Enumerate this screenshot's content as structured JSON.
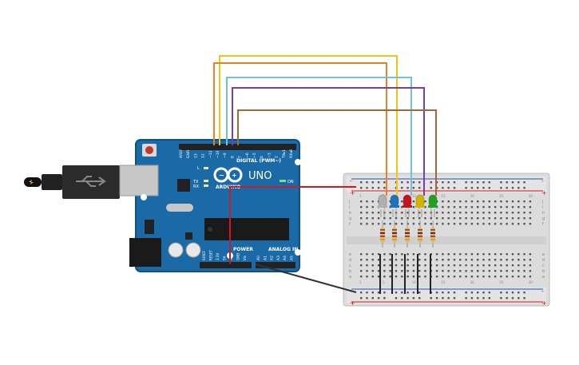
{
  "arduino": {
    "board_name": "UNO",
    "brand": "ARDUINO",
    "digital_label": "DIGITAL (PWM~)",
    "power_label": "POWER",
    "analog_label": "ANALOG IN",
    "on_label": "ON",
    "tx_label": "TX",
    "rx_label": "RX",
    "l_label": "L",
    "digital_pins": [
      "AREF",
      "GND",
      "13",
      "12",
      "~11",
      "~10",
      "~9",
      "8",
      "7",
      "~6",
      "~5",
      "4",
      "~3",
      "2",
      "TX▸1",
      "RX◂0"
    ],
    "power_pins": [
      "IOREF",
      "RESET",
      "3.3V",
      "5V",
      "GND",
      "GND",
      "Vin"
    ],
    "analog_pins": [
      "A0",
      "A1",
      "A2",
      "A3",
      "A4",
      "A5"
    ]
  },
  "breadboard": {
    "rows_top": [
      "j",
      "i",
      "h",
      "g",
      "f"
    ],
    "rows_bottom": [
      "e",
      "d",
      "c",
      "b",
      "a"
    ],
    "plus": "+",
    "minus": "-",
    "numbers": [
      "1",
      "5",
      "10",
      "15",
      "20",
      "25",
      "30"
    ]
  },
  "leds": [
    {
      "color": "#b0b0b0"
    },
    {
      "color": "#1e73be"
    },
    {
      "color": "#c0141e"
    },
    {
      "color": "#d4b400"
    },
    {
      "color": "#22a022"
    }
  ],
  "wire_colors": {
    "yellow": "#f2c31a",
    "orange": "#e8821e",
    "cyan": "#6ec3d9",
    "purple": "#7b3fa0",
    "brown": "#a0693a",
    "red": "#d0191e",
    "black": "#333333"
  }
}
